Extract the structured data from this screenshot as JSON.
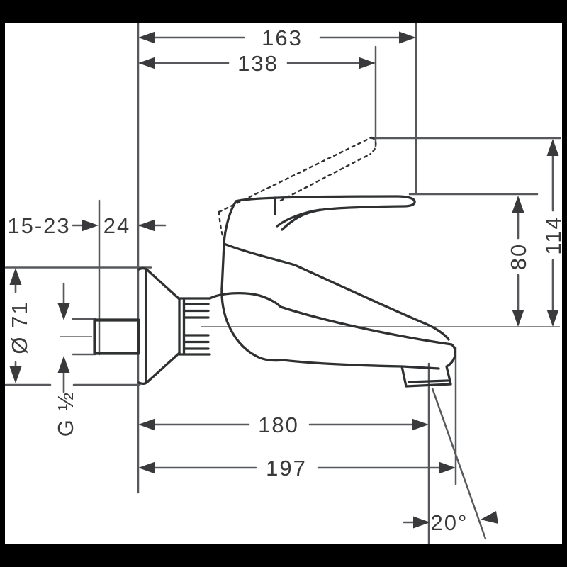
{
  "drawing": {
    "title": "Wall-mounted single-lever mixer — dimensional drawing",
    "colors": {
      "background": "#ffffff",
      "frame_bar": "#000000",
      "outline": "#2e3032",
      "dimension_line": "#56585b",
      "text": "#3a3a3c"
    },
    "dims": {
      "reach_lever_horizontal": "163",
      "reach_lever_raised": "138",
      "height_above_axis": "114",
      "height_handle": "80",
      "wall_depth_range": "15-23",
      "wall_offset": "24",
      "escutcheon_diameter": "Ø 71",
      "thread_size": "G ½",
      "outlet_distance": "180",
      "spout_tip_distance": "197",
      "outlet_angle": "20°"
    }
  }
}
